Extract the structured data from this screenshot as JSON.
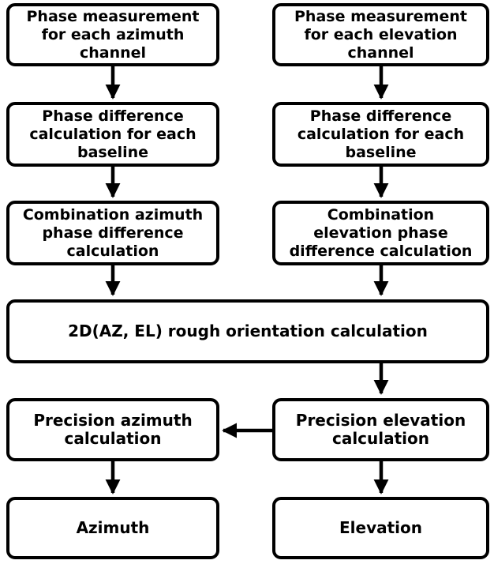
{
  "diagram": {
    "nodes": {
      "az_phase_measure": "Phase measurement\nfor each azimuth\nchannel",
      "el_phase_measure": "Phase measurement\nfor each elevation\nchannel",
      "az_phase_diff": "Phase difference\ncalculation for each\nbaseline",
      "el_phase_diff": "Phase difference\ncalculation for each\nbaseline",
      "az_combination": "Combination azimuth\nphase difference\ncalculation",
      "el_combination": "Combination\nelevation phase\ndifference calculation",
      "rough_orientation": "2D(AZ, EL) rough orientation calculation",
      "precision_azimuth": "Precision azimuth\ncalculation",
      "precision_elevation": "Precision elevation\ncalculation",
      "azimuth": "Azimuth",
      "elevation": "Elevation"
    },
    "edges": [
      [
        "az_phase_measure",
        "az_phase_diff"
      ],
      [
        "el_phase_measure",
        "el_phase_diff"
      ],
      [
        "az_phase_diff",
        "az_combination"
      ],
      [
        "el_phase_diff",
        "el_combination"
      ],
      [
        "az_combination",
        "rough_orientation"
      ],
      [
        "el_combination",
        "rough_orientation"
      ],
      [
        "rough_orientation",
        "precision_elevation"
      ],
      [
        "precision_elevation",
        "precision_azimuth"
      ],
      [
        "precision_azimuth",
        "azimuth"
      ],
      [
        "precision_elevation",
        "elevation"
      ]
    ]
  }
}
